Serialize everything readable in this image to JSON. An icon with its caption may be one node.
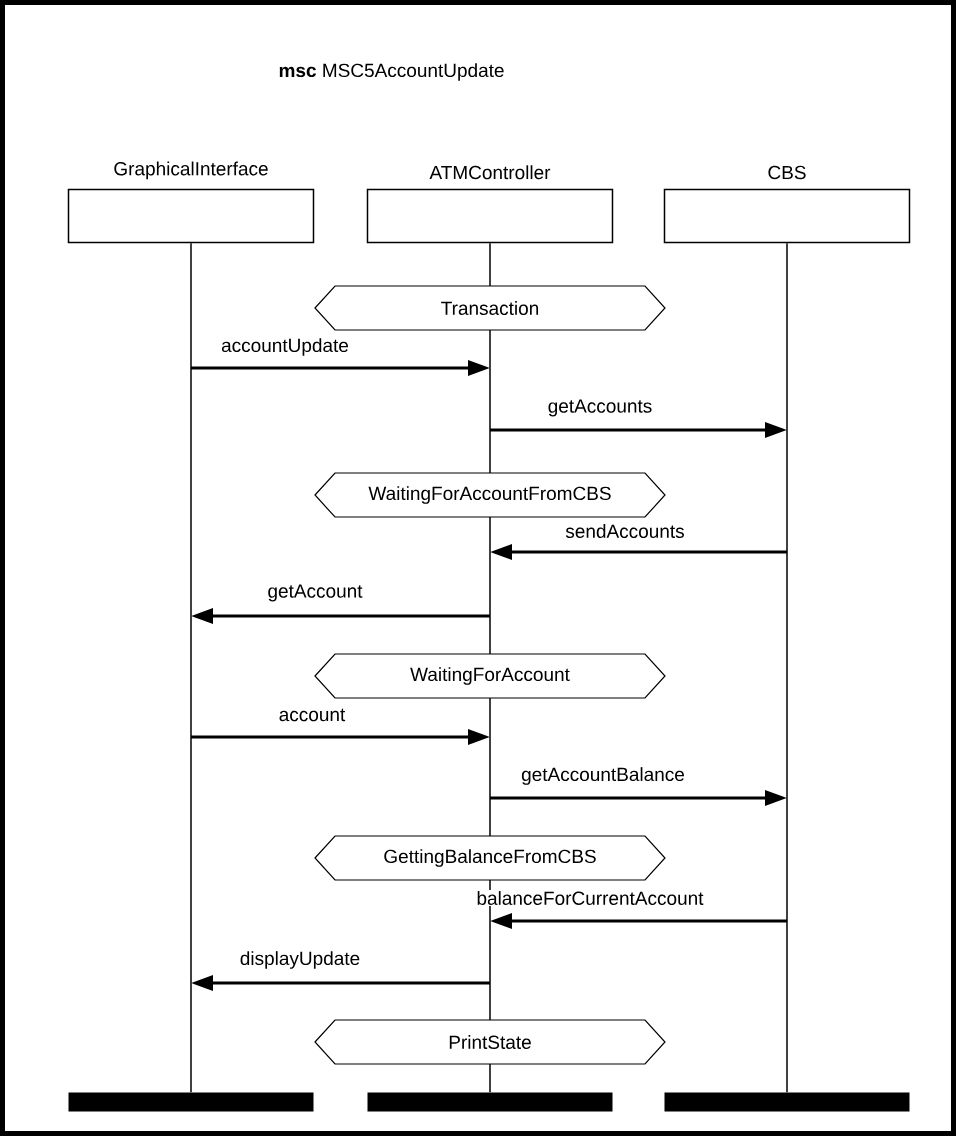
{
  "diagram": {
    "title": "**msc** MSC5AccountUpdate",
    "nodes": [
      {
        "text": [
          "GraphicalInterface"
        ]
      },
      {
        "text": [
          "ATMController"
        ]
      },
      {
        "text": [
          "CBS"
        ]
      },
      {
        "text": [
          "Transaction"
        ]
      },
      {
        "text": [
          "WaitingForAccountFromCBS"
        ]
      },
      {
        "text": [
          "WaitingForAccount"
        ]
      },
      {
        "text": [
          "GettingBalanceFromCBS"
        ]
      },
      {
        "text": [
          "PrintState"
        ]
      }
    ],
    "edges": [
      {
        "from": 0,
        "to": 1,
        "arrow": "to",
        "label": "accountUpdate"
      },
      {
        "from": 1,
        "to": 2,
        "arrow": "to",
        "label": "getAccounts"
      },
      {
        "from": 2,
        "to": 1,
        "arrow": "to",
        "label": "sendAccounts"
      },
      {
        "from": 1,
        "to": 0,
        "arrow": "to",
        "label": "getAccount"
      },
      {
        "from": 0,
        "to": 1,
        "arrow": "to",
        "label": "account"
      },
      {
        "from": 1,
        "to": 2,
        "arrow": "to",
        "label": "getAccountBalance"
      },
      {
        "from": 2,
        "to": 1,
        "arrow": "to",
        "label": "balanceForCurrentAccount"
      },
      {
        "from": 1,
        "to": 0,
        "arrow": "to",
        "label": "displayUpdate"
      }
    ]
  }
}
